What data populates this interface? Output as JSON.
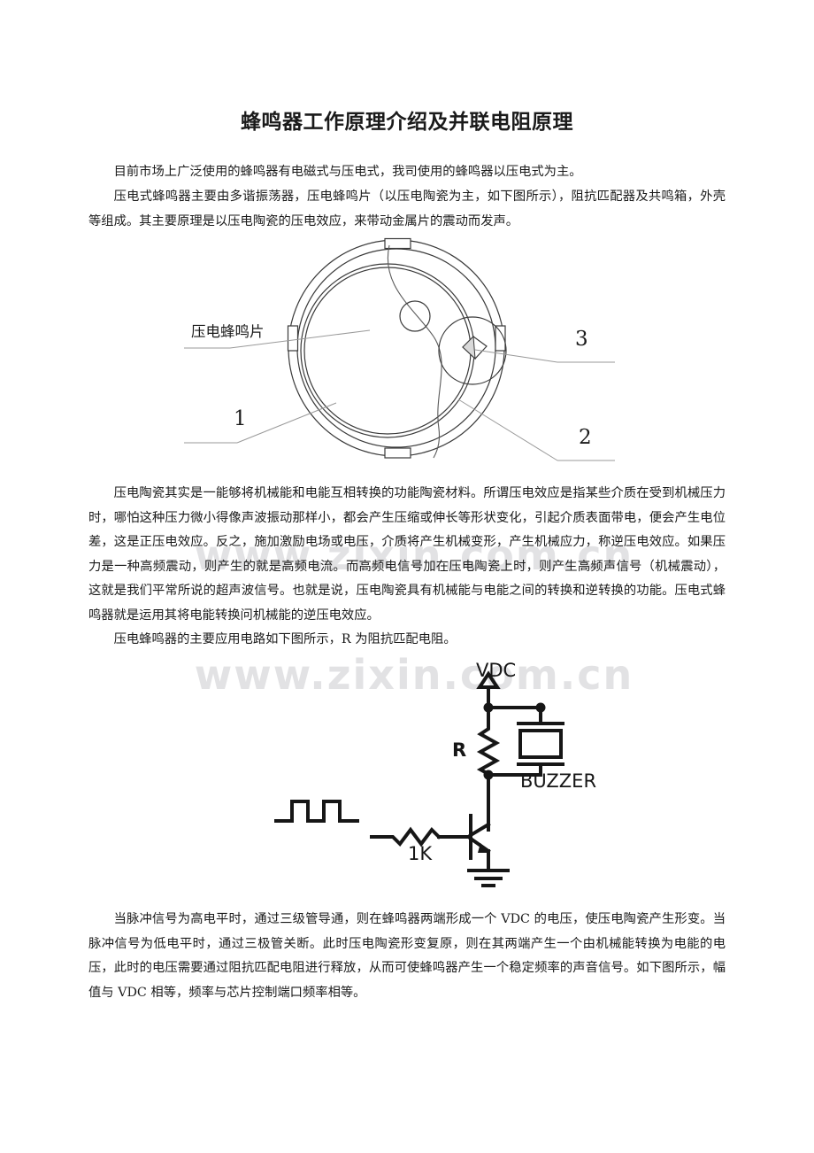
{
  "document": {
    "title": "蜂鸣器工作原理介绍及并联电阻原理",
    "watermark": "www.zixin.com.cn"
  },
  "paragraphs": {
    "p1": "目前市场上广泛使用的蜂鸣器有电磁式与压电式，我司使用的蜂鸣器以压电式为主。",
    "p2": "压电式蜂鸣器主要由多谐振荡器，压电蜂鸣片（以压电陶瓷为主，如下图所示），阻抗匹配器及共鸣箱，外壳等组成。其主要原理是以压电陶瓷的压电效应，来带动金属片的震动而发声。",
    "p3": "压电陶瓷其实是一能够将机械能和电能互相转换的功能陶瓷材料。所谓压电效应是指某些介质在受到机械压力时，哪怕这种压力微小得像声波振动那样小，都会产生压缩或伸长等形状变化，引起介质表面带电，便会产生电位差，这是正压电效应。反之，施加激励电场或电压，介质将产生机械变形，产生机械应力，称逆压电效应。如果压力是一种高频震动，则产生的就是高频电流。而高频电信号加在压电陶瓷上时，则产生高频声信号（机械震动），这就是我们平常所说的超声波信号。也就是说，压电陶瓷具有机械能与电能之间的转换和逆转换的功能。压电式蜂鸣器就是运用其将电能转换问机械能的逆压电效应。",
    "p4": "压电蜂鸣器的主要应用电路如下图所示，R 为阻抗匹配电阻。",
    "p5": "当脉冲信号为高电平时，通过三级管导通，则在蜂鸣器两端形成一个 VDC 的电压，使压电陶瓷产生形变。当脉冲信号为低电平时，通过三极管关断。此时压电陶瓷形变复原，则在其两端产生一个由机械能转换为电能的电压，此时的电压需要通过阻抗匹配电阻进行释放，从而可使蜂鸣器产生一个稳定频率的声音信号。如下图所示，幅值与 VDC 相等，频率与芯片控制端口频率相等。"
  },
  "figure_buzzer": {
    "caption_label": "压电蜂鸣片",
    "callout_1": "1",
    "callout_2": "2",
    "callout_3": "3",
    "line_color": "#3a3a3a",
    "leader_color": "#9a9a9a"
  },
  "figure_circuit": {
    "supply_label": "VDC",
    "resistor_label": "R",
    "buzzer_label": "BUZZER",
    "base_resistor_label": "1K",
    "line_color": "#161616"
  }
}
